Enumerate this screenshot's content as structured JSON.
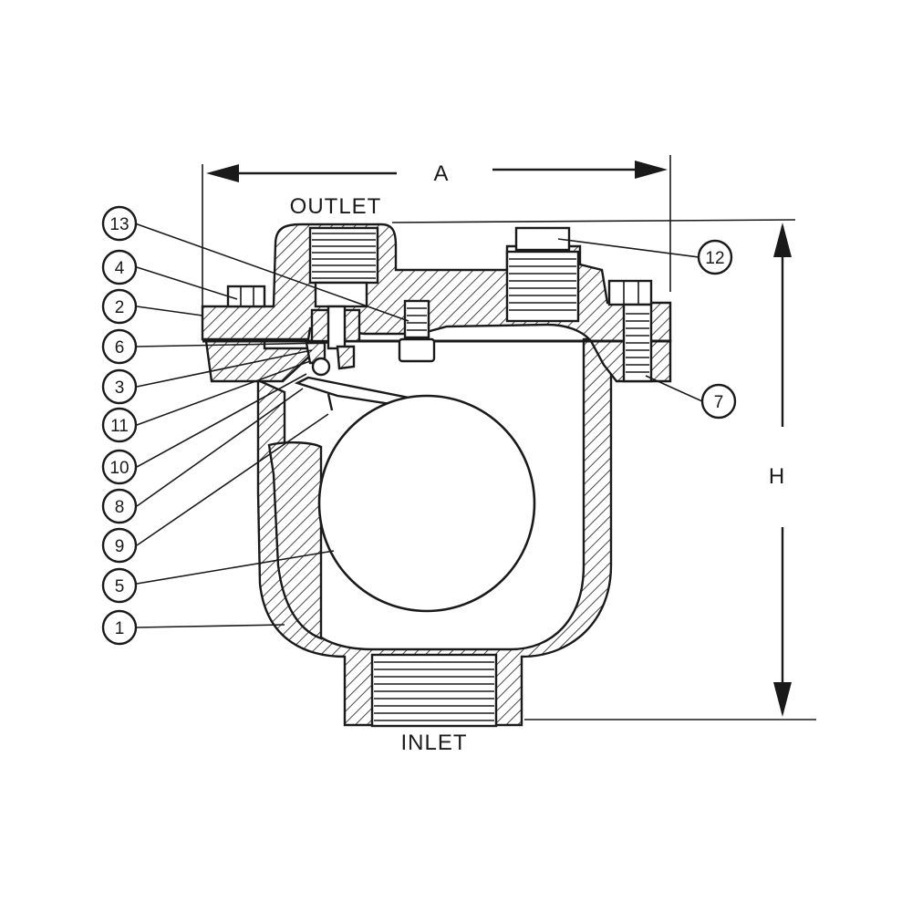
{
  "labels": {
    "outlet": "OUTLET",
    "inlet": "INLET",
    "dim_a": "A",
    "dim_h": "H"
  },
  "callouts": [
    "1",
    "2",
    "3",
    "4",
    "5",
    "6",
    "7",
    "8",
    "9",
    "10",
    "11",
    "12",
    "13"
  ]
}
